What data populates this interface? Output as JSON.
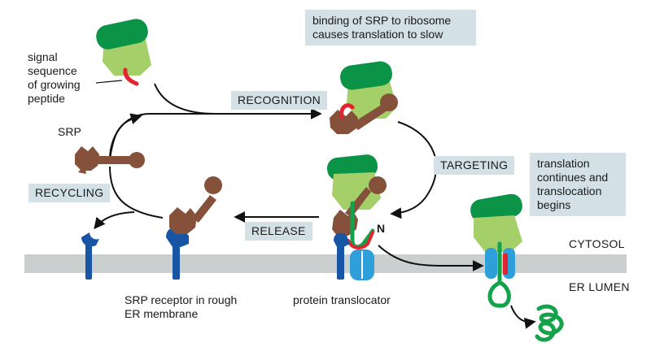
{
  "labels": {
    "signal_sequence": "signal\nsequence\nof growing\npeptide",
    "srp": "SRP",
    "srp_receptor": "SRP receptor in rough\nER membrane",
    "protein_translocator": "protein translocator",
    "n_terminus": "N",
    "cytosol": "CYTOSOL",
    "er_lumen": "ER LUMEN"
  },
  "steps": {
    "recognition": "RECOGNITION",
    "targeting": "TARGETING",
    "release": "RELEASE",
    "recycling": "RECYCLING"
  },
  "notes": {
    "translation_slows": "binding of SRP to ribosome\ncauses translation to slow",
    "translation_continues": "translation\ncontinues and\ntranslocation\nbegins"
  },
  "colors": {
    "ribosome_small": "#a5cf68",
    "ribosome_large": "#0b9447",
    "srp": "#86513a",
    "receptor": "#1856a5",
    "translocator": "#2e9fd8",
    "signal": "#e3232f",
    "peptide": "#13a34a",
    "membrane": "#c9d0cf",
    "label_box": "#d3e1e6"
  }
}
